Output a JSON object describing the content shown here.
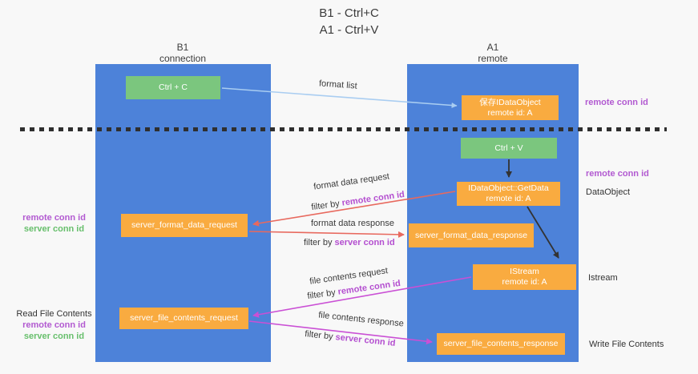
{
  "title": {
    "line1": "B1 - Ctrl+C",
    "line2": "A1 - Ctrl+V"
  },
  "lanes": {
    "left": {
      "name": "B1",
      "role": "connection"
    },
    "right": {
      "name": "A1",
      "role": "remote"
    }
  },
  "nodes": {
    "ctrl_c": {
      "label": "Ctrl + C"
    },
    "ctrl_v": {
      "label": "Ctrl + V"
    },
    "save_dataobject": {
      "line1": "保存IDataObject",
      "line2": "remote id: A"
    },
    "getdata": {
      "line1": "IDataObject::GetData",
      "line2": "remote id: A"
    },
    "istream": {
      "line1": "IStream",
      "line2": "remote id: A"
    },
    "format_request": {
      "label": "server_format_data_request"
    },
    "format_response": {
      "label": "server_format_data_response"
    },
    "file_request": {
      "label": "server_file_contents_request"
    },
    "file_response": {
      "label": "server_file_contents_response"
    }
  },
  "edges": {
    "format_list": {
      "label": "format list"
    },
    "format_data_request": {
      "label": "format data request",
      "filter_prefix": "filter by ",
      "filter_key": "remote conn id"
    },
    "format_data_response": {
      "label": "format data response",
      "filter_prefix": "filter by ",
      "filter_key": "server conn id"
    },
    "file_contents_request": {
      "label": "file contents request",
      "filter_prefix": "filter by ",
      "filter_key": "remote conn id"
    },
    "file_contents_response": {
      "label": "file contents response",
      "filter_prefix": "filter by ",
      "filter_key": "server conn id"
    }
  },
  "annotations": {
    "right_top_conn": "remote conn id",
    "right_mid_conn": "remote conn id",
    "dataobject": "DataObject",
    "istream": "Istream",
    "write_file_contents": "Write File Contents",
    "left_mid_remote": "remote conn id",
    "left_mid_server": "server conn id",
    "read_file_contents": "Read File Contents",
    "left_bottom_remote": "remote conn id",
    "left_bottom_server": "server conn id"
  },
  "colors": {
    "lane_blue": "#4d82d9",
    "node_green": "#7bc67e",
    "node_orange": "#f9ab40",
    "arrow_blue": "#a9cdf1",
    "arrow_red": "#e8695e",
    "arrow_magenta": "#ca50d5",
    "arrow_black": "#333333",
    "text_purple": "#b25ad1",
    "text_green": "#67bf6c"
  }
}
